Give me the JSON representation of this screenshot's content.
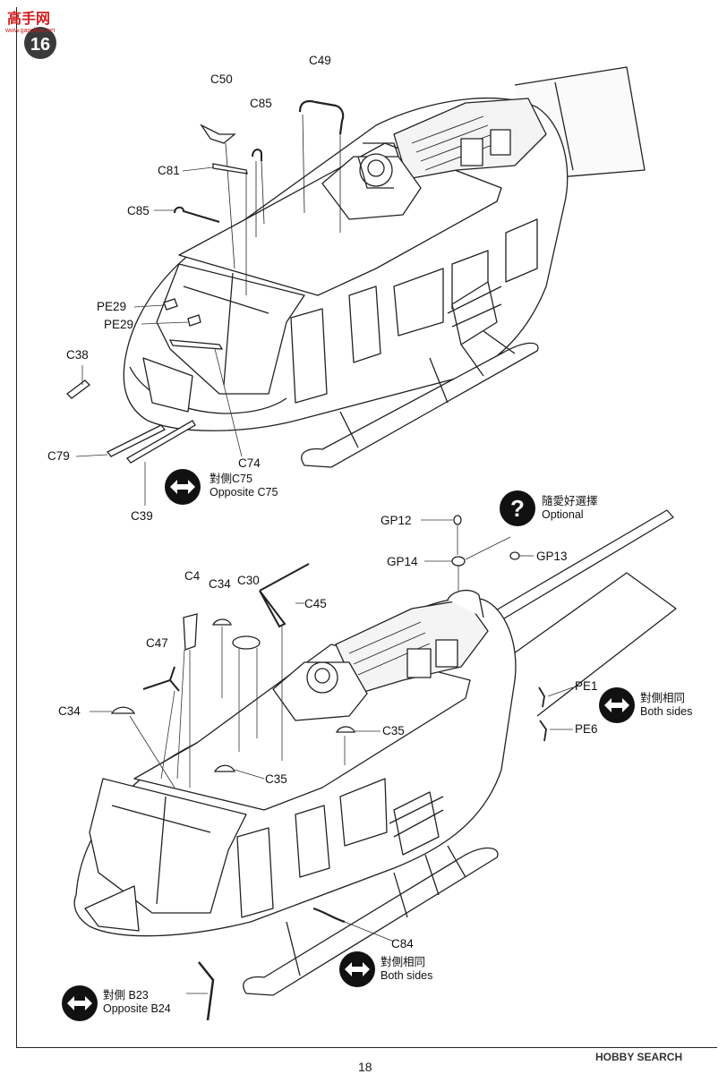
{
  "step": {
    "number": "16",
    "page_number": "18"
  },
  "watermark": {
    "top_left": "高手网",
    "top_left_sub": "www.gaoshou.net",
    "bottom_right": "HOBBY SEARCH"
  },
  "top_diagram": {
    "parts": {
      "c49": "C49",
      "c50": "C50",
      "c85_top": "C85",
      "c81": "C81",
      "c85_left": "C85",
      "pe29_a": "PE29",
      "pe29_b": "PE29",
      "c38": "C38",
      "c79": "C79",
      "c74": "C74",
      "c39": "C39"
    },
    "opposite_note": {
      "zh": "對側C75",
      "en": "Opposite C75",
      "icon": "double-arrow-icon"
    }
  },
  "optional_note": {
    "zh": "隨愛好選擇",
    "en": "Optional",
    "icon": "question-mark-icon"
  },
  "bottom_diagram": {
    "parts": {
      "gp12": "GP12",
      "gp14": "GP14",
      "gp13": "GP13",
      "c4": "C4",
      "c34_top": "C34",
      "c30": "C30",
      "c45": "C45",
      "c47": "C47",
      "c34_left": "C34",
      "c35_right": "C35",
      "c35_mid": "C35",
      "pe1": "PE1",
      "pe6": "PE6",
      "c84": "C84",
      "b23": "B23"
    },
    "both_sides_right": {
      "zh": "對側相同",
      "en": "Both sides",
      "icon": "double-arrow-icon"
    },
    "both_sides_bottom": {
      "zh": "對側相同",
      "en": "Both sides",
      "icon": "double-arrow-icon"
    },
    "opposite_note": {
      "zh": "對側",
      "en": "Opposite B24",
      "icon": "double-arrow-icon"
    }
  }
}
